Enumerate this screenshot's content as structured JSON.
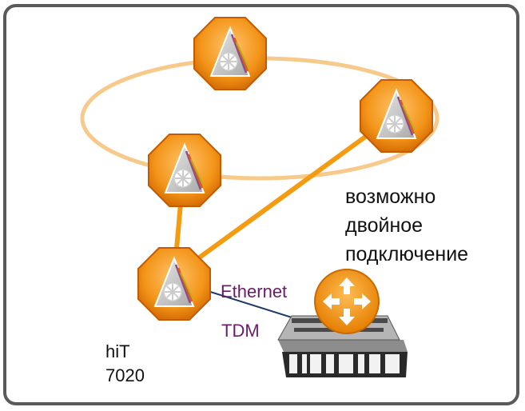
{
  "diagram": {
    "note_lines": [
      "возможно",
      "двойное",
      "подключение"
    ],
    "link_labels": {
      "ethernet": "Ethernet",
      "tdm": "TDM"
    },
    "device_label_lines": [
      "hiT",
      "7020"
    ],
    "colors": {
      "ring": "#f7c98a",
      "uplink": "#f39c12",
      "node_fill": "#f39418",
      "node_outline": "#c55a00",
      "label_purple": "#6a1b6e",
      "tdm_line": "#1f3864",
      "frame": "#5a5a5a"
    },
    "icons": [
      "network-node-icon",
      "router-icon",
      "building-icon"
    ]
  }
}
